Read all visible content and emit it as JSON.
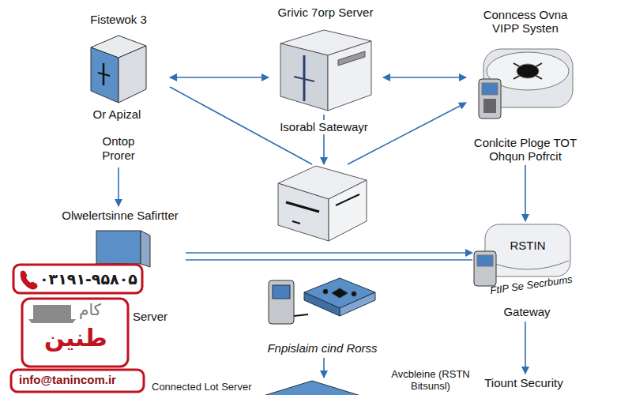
{
  "diagram": {
    "nodes": [
      {
        "text": [
          "Fistewok 3",
          "Or Apizal",
          "Ontop Prorer"
        ]
      },
      {
        "text": [
          "Grivic 7orp Server"
        ]
      },
      {
        "text": [
          "Conncess Ovna VIPP Systen",
          "Conlcite Ploge TOT Ohqun Pofrcit"
        ]
      },
      {
        "text": [
          "Isorabl Satewayr"
        ]
      },
      {
        "text": [
          "Olwelertsinne Safirtter",
          "Server"
        ]
      },
      {
        "text": [
          "RSTIN",
          "FtIP Se Secrbums",
          "Gateway"
        ]
      },
      {
        "text": [
          "Fnpislaim cind Rorss"
        ]
      },
      {
        "text": [
          "Avcbleine (RSTN Bitsunsl)"
        ]
      },
      {
        "text": [
          "Tiount Security"
        ]
      }
    ],
    "edges": [
      {
        "from": 0,
        "to": 1,
        "arrow": "both"
      },
      {
        "from": 1,
        "to": 2,
        "arrow": "both"
      },
      {
        "from": 0,
        "to": 3,
        "arrow": "none"
      },
      {
        "from": 3,
        "to": 2,
        "arrow": "to"
      },
      {
        "from": 1,
        "to": 3,
        "arrow": "to"
      },
      {
        "from": 0,
        "to": 4,
        "arrow": "to"
      },
      {
        "from": 2,
        "to": 5,
        "arrow": "to"
      },
      {
        "from": 4,
        "to": 5,
        "arrow": "to"
      },
      {
        "from": 4,
        "to": 5,
        "arrow": "none"
      },
      {
        "from": 6,
        "to": 7,
        "arrow": "to"
      },
      {
        "from": 5,
        "to": 8,
        "arrow": "to"
      }
    ],
    "labels": [
      "۰۳۱۹۱-۹۵۸۰۵",
      "کام",
      "طنین",
      "info@tanincom.ir",
      "Connected Lot Server"
    ]
  }
}
